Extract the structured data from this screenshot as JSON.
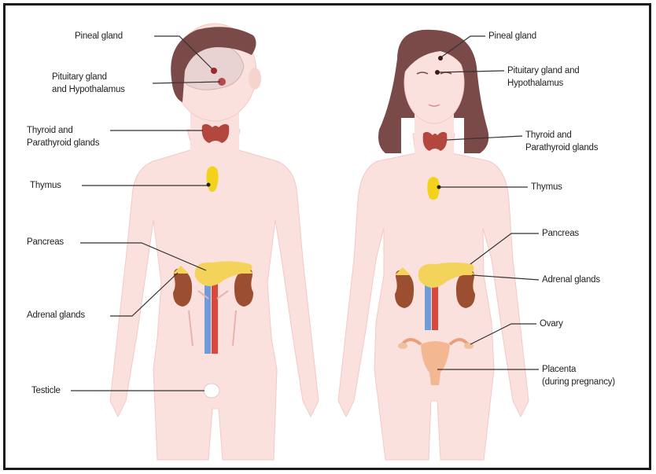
{
  "male": {
    "labels": {
      "pineal": "Pineal gland",
      "pituitary_line1": "Pituitary gland",
      "pituitary_line2": "and Hypothalamus",
      "thyroid_line1": "Thyroid and",
      "thyroid_line2": "Parathyroid glands",
      "thymus": "Thymus",
      "pancreas": "Pancreas",
      "adrenal": "Adrenal glands",
      "testicle": "Testicle"
    }
  },
  "female": {
    "labels": {
      "pineal": "Pineal gland",
      "pituitary_line1": "Pituitary gland and",
      "pituitary_line2": "Hypothalamus",
      "thyroid_line1": "Thyroid and",
      "thyroid_line2": "Parathyroid glands",
      "thymus": "Thymus",
      "pancreas": "Pancreas",
      "adrenal": "Adrenal glands",
      "ovary": "Ovary",
      "placenta_line1": "Placenta",
      "placenta_line2": "(during pregnancy)"
    }
  },
  "colors": {
    "skin": "#fbe1de",
    "skin_outline": "#f3c9c4",
    "hair": "#7a4a48",
    "thyroid": "#b3473d",
    "thymus": "#f3d21b",
    "pancreas": "#f3d35a",
    "kidney": "#9c4e30",
    "artery": "#d9483a",
    "vein": "#6f9bd6",
    "uterus": "#f3b792",
    "leader": "#333333"
  }
}
